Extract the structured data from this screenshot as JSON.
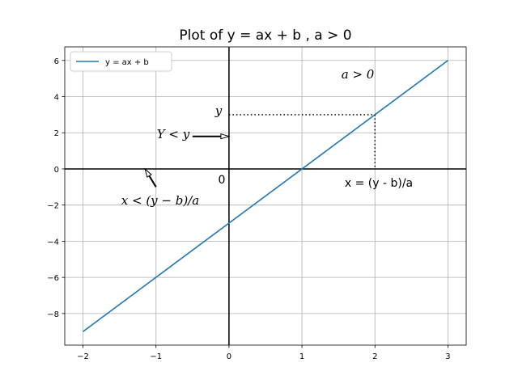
{
  "chart_data": {
    "type": "line",
    "title": "Plot of y = ax + b ,  a > 0",
    "xlabel": "",
    "ylabel": "",
    "xlim": [
      -2.25,
      3.25
    ],
    "ylim": [
      -9.75,
      6.75
    ],
    "xticks": [
      -2,
      -1,
      0,
      1,
      2,
      3
    ],
    "yticks": [
      -8,
      -6,
      -4,
      -2,
      0,
      2,
      4,
      6
    ],
    "xtick_labels": [
      "−2",
      "−1",
      "0",
      "1",
      "2",
      "3"
    ],
    "ytick_labels": [
      "−8",
      "−6",
      "−4",
      "−2",
      "0",
      "2",
      "4",
      "6"
    ],
    "grid": true,
    "legend_position": "upper-left",
    "series": [
      {
        "name": "y = ax + b",
        "color": "#1f77b4",
        "x": [
          -2,
          3
        ],
        "y": [
          -9,
          6
        ]
      }
    ],
    "annotations": {
      "a_positive": "a > 0",
      "y_label": "y",
      "origin_label": "0",
      "x_formula": "x = (y - b)/a",
      "y_less": "Y < y",
      "x_less": "x < (y − b)/a"
    },
    "reference_point": {
      "x": 2,
      "y": 3
    },
    "arrows": [
      {
        "from": [
          -0.5,
          1.8
        ],
        "to": [
          0,
          1.8
        ]
      },
      {
        "from": [
          -1.0,
          -1.0
        ],
        "to": [
          -1.15,
          0.0
        ]
      }
    ]
  }
}
